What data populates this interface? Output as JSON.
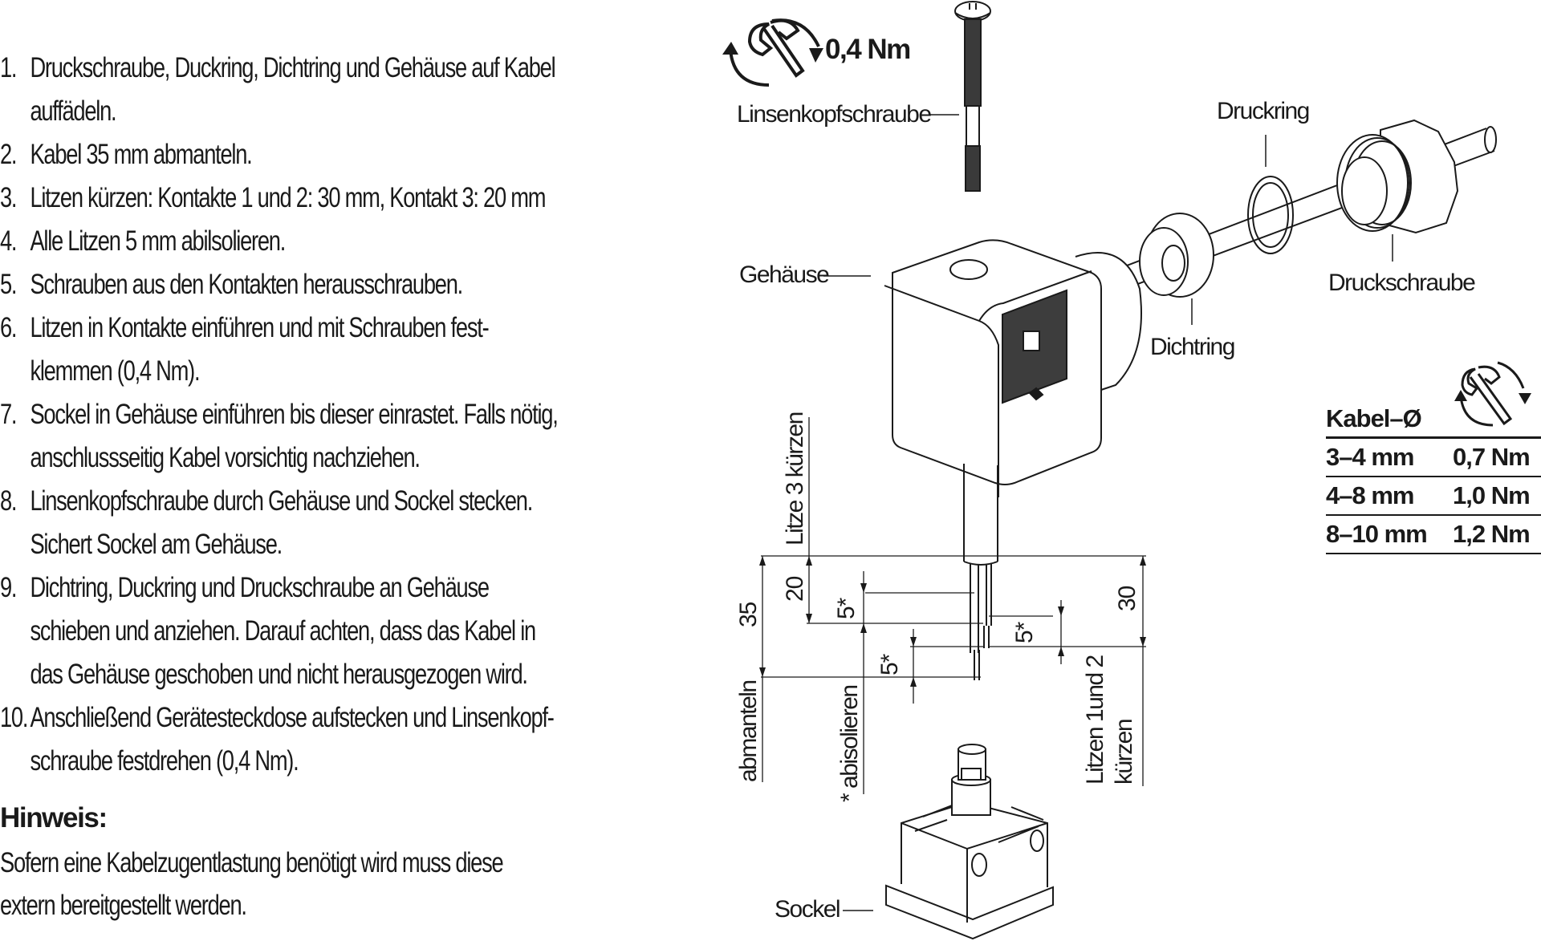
{
  "instructions": {
    "steps": [
      {
        "number": "1.",
        "lines": [
          "Druckschraube, Duckring, Dichtring und Gehäuse auf Kabel",
          "auffädeln."
        ]
      },
      {
        "number": "2.",
        "lines": [
          "Kabel 35 mm abmanteln."
        ]
      },
      {
        "number": "3.",
        "lines": [
          "Litzen kürzen: Kontakte 1 und 2: 30 mm, Kontakt 3: 20 mm"
        ]
      },
      {
        "number": "4.",
        "lines": [
          "Alle Litzen 5 mm abilsolieren."
        ]
      },
      {
        "number": "5.",
        "lines": [
          "Schrauben aus den Kontakten herausschrauben."
        ]
      },
      {
        "number": "6.",
        "lines": [
          "Litzen in Kontakte einführen und mit Schrauben fest-",
          "klemmen (0,4 Nm)."
        ]
      },
      {
        "number": "7.",
        "lines": [
          "Sockel in Gehäuse einführen bis dieser einrastet. Falls nötig,",
          "anschlussseitig Kabel vorsichtig nachziehen."
        ]
      },
      {
        "number": "8.",
        "lines": [
          "Linsenkopfschraube durch Gehäuse und Sockel stecken.",
          "Sichert Sockel am Gehäuse."
        ]
      },
      {
        "number": "9.",
        "lines": [
          "Dichtring, Duckring und Druckschraube an Gehäuse",
          "schieben und anziehen. Darauf achten, dass das Kabel in",
          "das Gehäuse geschoben und nicht herausgezogen wird."
        ]
      },
      {
        "number": "10.",
        "lines": [
          "Anschließend Gerätesteckdose aufstecken und Linsenkopf-",
          "schraube festdrehen (0,4 Nm)."
        ]
      }
    ]
  },
  "note": {
    "title": "Hinweis:",
    "lines": [
      "Sofern eine Kabelzugentlastung benötigt wird muss diese",
      "extern bereitgestellt werden."
    ]
  },
  "diagram": {
    "screw_torque": "0,4 Nm",
    "labels": {
      "screw": "Linsenkopfschraube",
      "pressure_ring": "Druckring",
      "pressure_screw": "Druckschraube",
      "seal_ring": "Dichtring",
      "housing": "Gehäuse",
      "base": "Sockel"
    },
    "dimensions": {
      "strip_length": "35",
      "wire3_length": "20",
      "wires12_length": "30",
      "insulation_strip": "5*",
      "label_strip_sheath": "abmanteln",
      "label_wire3": "Litze 3 kürzen",
      "label_insulation": "* abisolieren",
      "label_wires12_line1": "Litzen 1und 2",
      "label_wires12_line2": "kürzen"
    },
    "icons": [
      "wrench-rotate-icon"
    ]
  },
  "torque_table": {
    "header": "Kabel–Ø",
    "rows": [
      {
        "diameter": "3–4 mm",
        "torque": "0,7 Nm"
      },
      {
        "diameter": "4–8 mm",
        "torque": "1,0 Nm"
      },
      {
        "diameter": "8–10 mm",
        "torque": "1,2 Nm"
      }
    ]
  },
  "colors": {
    "ink": "#1a1a1a",
    "background": "#ffffff"
  }
}
